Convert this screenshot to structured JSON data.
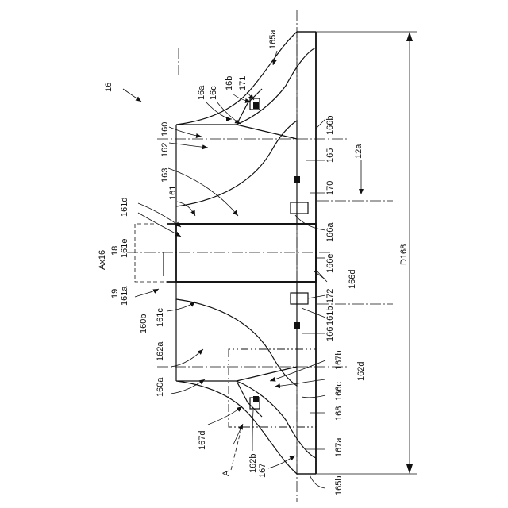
{
  "figure": {
    "labels": {
      "l16": "16",
      "l165a": "165a",
      "l16a": "16a",
      "l16c": "16c",
      "l16b": "16b",
      "l171": "171",
      "l166b": "166b",
      "l160": "160",
      "l162": "162",
      "l165": "165",
      "l12a": "12a",
      "l163": "163",
      "l170": "170",
      "l161": "161",
      "l166a": "166a",
      "l161d": "161d",
      "lAx16": "Ax16",
      "l18": "18",
      "l161e": "161e",
      "l166e": "166e",
      "l166d": "166d",
      "l19": "19",
      "l161a": "161a",
      "l172": "172",
      "l160b": "160b",
      "l161c": "161c",
      "l161b": "161b",
      "l166": "166",
      "l162a": "162a",
      "l167b": "167b",
      "l162d": "162d",
      "l160a": "160a",
      "l166c": "166c",
      "l168": "168",
      "l167d": "167d",
      "l167a": "167a",
      "l162b": "162b",
      "l167": "167",
      "lA": "A",
      "l165b": "165b",
      "lD168": "D168"
    }
  }
}
